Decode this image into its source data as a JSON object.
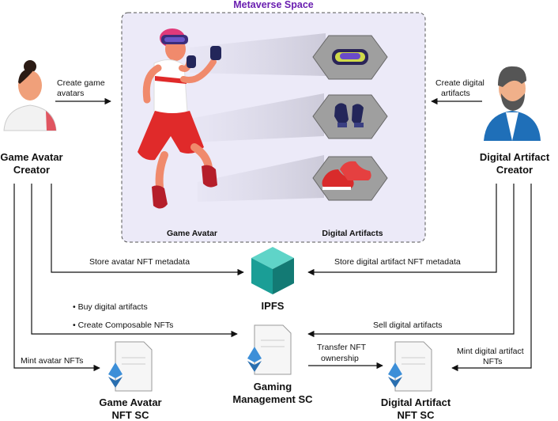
{
  "metaverse": {
    "title": "Metaverse Space",
    "avatar_label": "Game Avatar",
    "artifacts_label": "Digital Artifacts"
  },
  "actors": {
    "left": {
      "line1": "Game Avatar",
      "line2": "Creator"
    },
    "right": {
      "line1": "Digital Artifact",
      "line2": "Creator"
    }
  },
  "edges": {
    "create_avatars": {
      "line1": "Create game",
      "line2": "avatars"
    },
    "create_artifacts": {
      "line1": "Create digital",
      "line2": "artifacts"
    },
    "store_avatar": "Store avatar NFT metadata",
    "store_artifact": "Store digital artifact NFT metadata",
    "buy_artifacts": "• Buy digital artifacts",
    "composable": "• Create Composable NFTs",
    "sell_artifacts": "Sell digital artifacts",
    "mint_avatar": "Mint avatar NFTs",
    "mint_artifact": {
      "line1": "Mint digital artifact",
      "line2": "NFTs"
    },
    "transfer": {
      "line1": "Transfer NFT",
      "line2": "ownership"
    }
  },
  "nodes": {
    "ipfs": "IPFS",
    "gaming_sc": {
      "line1": "Gaming",
      "line2": "Management SC"
    },
    "avatar_sc": {
      "line1": "Game Avatar",
      "line2": "NFT SC"
    },
    "artifact_sc": {
      "line1": "Digital Artifact",
      "line2": "NFT SC"
    }
  },
  "colors": {
    "metaverse_bg": "#eceaf8",
    "title": "#6a1fb0",
    "ipfs_cube": "#1a9e96",
    "eth": "#3d8fd8",
    "avatar_red": "#e02a2a"
  }
}
